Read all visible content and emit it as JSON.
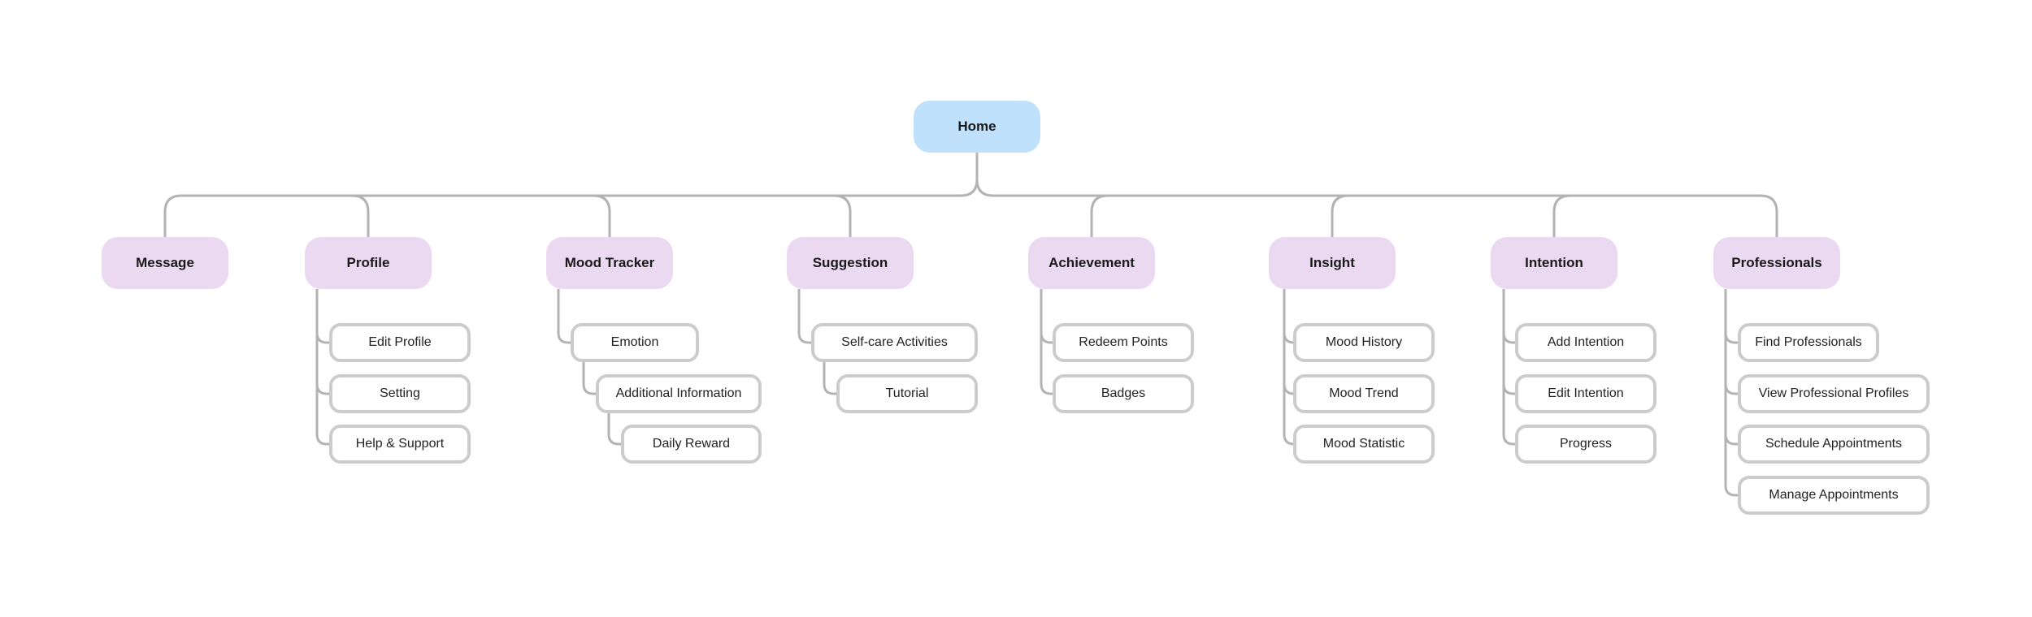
{
  "colors": {
    "root_fill": "#bfe1fb",
    "category_fill": "#ead9f0",
    "leaf_border": "#cccccc",
    "connector": "#b3b3b3"
  },
  "root": {
    "label": "Home"
  },
  "categories": [
    {
      "label": "Message",
      "children": []
    },
    {
      "label": "Profile",
      "children": [
        {
          "label": "Edit Profile"
        },
        {
          "label": "Setting"
        },
        {
          "label": "Help & Support"
        }
      ]
    },
    {
      "label": "Mood Tracker",
      "children": [
        {
          "label": "Emotion",
          "children": [
            {
              "label": "Additional Information",
              "children": [
                {
                  "label": "Daily Reward"
                }
              ]
            }
          ]
        }
      ]
    },
    {
      "label": "Suggestion",
      "children": [
        {
          "label": "Self-care Activities",
          "children": [
            {
              "label": "Tutorial"
            }
          ]
        }
      ]
    },
    {
      "label": "Achievement",
      "children": [
        {
          "label": "Redeem Points"
        },
        {
          "label": "Badges"
        }
      ]
    },
    {
      "label": "Insight",
      "children": [
        {
          "label": "Mood History"
        },
        {
          "label": "Mood Trend"
        },
        {
          "label": "Mood Statistic"
        }
      ]
    },
    {
      "label": "Intention",
      "children": [
        {
          "label": "Add Intention"
        },
        {
          "label": "Edit Intention"
        },
        {
          "label": "Progress"
        }
      ]
    },
    {
      "label": "Professionals",
      "children": [
        {
          "label": "Find Professionals"
        },
        {
          "label": "View Professional Profiles"
        },
        {
          "label": "Schedule Appointments"
        },
        {
          "label": "Manage Appointments"
        }
      ]
    }
  ]
}
